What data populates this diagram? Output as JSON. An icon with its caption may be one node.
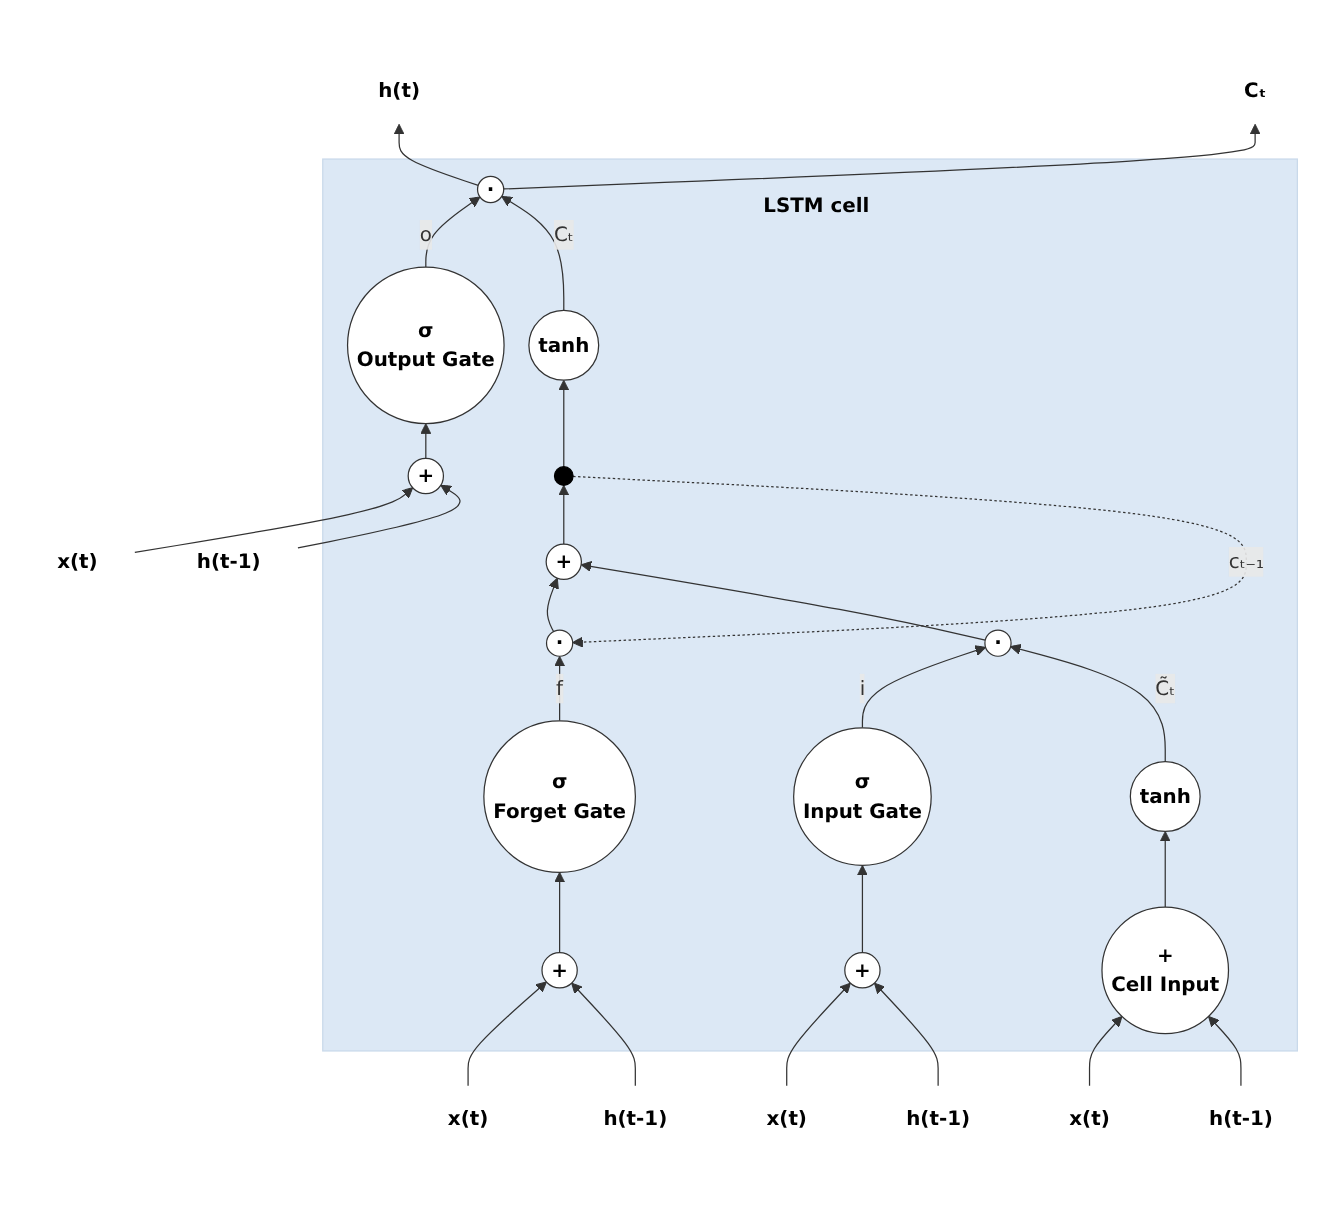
{
  "diagram": {
    "nodes": [
      {
        "text": [
          "LSTM cell"
        ]
      },
      {
        "text": [
          "h(t)"
        ]
      },
      {
        "text": [
          "Cₜ"
        ]
      },
      {
        "text": [
          "x(t)"
        ]
      },
      {
        "text": [
          "h(t-1)"
        ]
      },
      {
        "text": [
          "+"
        ],
        "in": 0
      },
      {
        "text": [
          "σ",
          "Output Gate"
        ],
        "in": 0
      },
      {
        "text": [
          "·"
        ],
        "in": 0
      },
      {
        "text": [
          "tanh"
        ],
        "in": 0
      },
      {
        "text": [],
        "shape": "circle",
        "in": 0
      },
      {
        "text": [
          "x(t)"
        ]
      },
      {
        "text": [
          "h(t-1)"
        ]
      },
      {
        "text": [
          "+"
        ],
        "in": 0
      },
      {
        "text": [
          "σ",
          "Forget Gate"
        ],
        "in": 0
      },
      {
        "text": [
          "·"
        ],
        "in": 0
      },
      {
        "text": [
          "+"
        ],
        "in": 0
      },
      {
        "text": [
          "x(t)"
        ]
      },
      {
        "text": [
          "h(t-1)"
        ]
      },
      {
        "text": [
          "+"
        ],
        "in": 0
      },
      {
        "text": [
          "σ",
          "Input Gate"
        ],
        "in": 0
      },
      {
        "text": [
          "·"
        ],
        "in": 0
      },
      {
        "text": [
          "tanh"
        ],
        "in": 0
      },
      {
        "text": [
          "+",
          "Cell Input"
        ],
        "in": 0
      },
      {
        "text": [
          "x(t)"
        ]
      },
      {
        "text": [
          "h(t-1)"
        ]
      }
    ],
    "edges": [
      {
        "from": 7,
        "to": 1,
        "arrow": "to"
      },
      {
        "from": 7,
        "to": 2,
        "arrow": "to"
      },
      {
        "from": 3,
        "to": 5,
        "arrow": "to"
      },
      {
        "from": 4,
        "to": 5,
        "arrow": "to"
      },
      {
        "from": 5,
        "to": 6,
        "arrow": "to"
      },
      {
        "from": 6,
        "to": 7,
        "arrow": "to",
        "label": "o"
      },
      {
        "from": 8,
        "to": 7,
        "arrow": "to",
        "label": "Cₜ"
      },
      {
        "from": 9,
        "to": 8,
        "arrow": "to"
      },
      {
        "from": 9,
        "to": 14,
        "arrow": "to",
        "style": "dashed",
        "label": "cₜ₋₁"
      },
      {
        "from": 10,
        "to": 12,
        "arrow": "to"
      },
      {
        "from": 11,
        "to": 12,
        "arrow": "to"
      },
      {
        "from": 12,
        "to": 13,
        "arrow": "to"
      },
      {
        "from": 13,
        "to": 14,
        "arrow": "to",
        "label": "f"
      },
      {
        "from": 14,
        "to": 15,
        "arrow": "to"
      },
      {
        "from": 15,
        "to": 9,
        "arrow": "to"
      },
      {
        "from": 20,
        "to": 15,
        "arrow": "to"
      },
      {
        "from": 16,
        "to": 18,
        "arrow": "to"
      },
      {
        "from": 17,
        "to": 18,
        "arrow": "to"
      },
      {
        "from": 18,
        "to": 19,
        "arrow": "to"
      },
      {
        "from": 19,
        "to": 20,
        "arrow": "to",
        "label": "i"
      },
      {
        "from": 21,
        "to": 20,
        "arrow": "to",
        "label": "C̃ₜ"
      },
      {
        "from": 22,
        "to": 21,
        "arrow": "to"
      },
      {
        "from": 23,
        "to": 22,
        "arrow": "to"
      },
      {
        "from": 24,
        "to": 22,
        "arrow": "to"
      }
    ]
  }
}
